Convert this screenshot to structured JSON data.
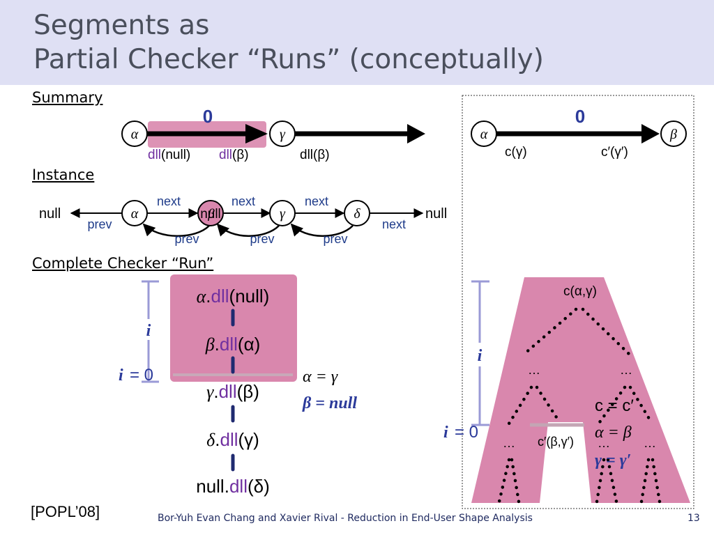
{
  "slide": {
    "title_line1": "Segments as",
    "title_line2": "Partial Checker “Runs” (conceptually)",
    "footer": "Bor-Yuh Evan Chang and Xavier Rival - Reduction in End-User Shape Analysis",
    "page_number": "13",
    "citation": "[POPL’08]"
  },
  "headings": {
    "summary": "Summary",
    "instance": "Instance",
    "complete_run": "Complete Checker “Run”"
  },
  "summary": {
    "node_alpha": "α",
    "node_gamma": "γ",
    "zero_label": "0",
    "seg_dll": "dll",
    "seg_null": "(null)",
    "seg_beta_paren": "(β)",
    "tail_label": "dll(β)"
  },
  "instance": {
    "null_left": "null",
    "null_right": "null",
    "node_alpha": "α",
    "node_beta": "β",
    "node_gamma": "γ",
    "node_delta": "δ",
    "next": "next",
    "prev": "prev",
    "overlap_text": "null"
  },
  "run": {
    "step1_var": "α",
    "step1_rest": "(null)",
    "step2_var": "β",
    "step2_arg": "(α)",
    "step3_var": "γ",
    "step3_arg": "(β)",
    "step4_var": "δ",
    "step4_arg": "(γ)",
    "step5_var": "null",
    "step5_arg": "(δ)",
    "dll": "dll",
    "dot": ".",
    "i_label": "i",
    "i_eq0": "= 0",
    "eq_alpha_gamma": "α = γ",
    "eq_beta_null": "β = null"
  },
  "right_panel": {
    "node_alpha": "α",
    "node_beta": "β",
    "zero_label": "0",
    "c_gamma": "c(γ)",
    "cp_gamma": "c′(γ′)",
    "tree_top": "c(α,γ)",
    "tree_mid": "c′(β,γ′)",
    "ellipsis": "…",
    "i_label": "i",
    "i_eq0": "= 0",
    "eq_c": "c = c′",
    "eq_alpha_beta": "α = β",
    "eq_gamma": "γ = γ′"
  },
  "colors": {
    "title_bg": "#dfe0f4",
    "highlight_pink": "#d987ad",
    "accent_purple": "#7030a0",
    "accent_blue": "#2b3a9a",
    "label_blue": "#1f3c8a"
  }
}
